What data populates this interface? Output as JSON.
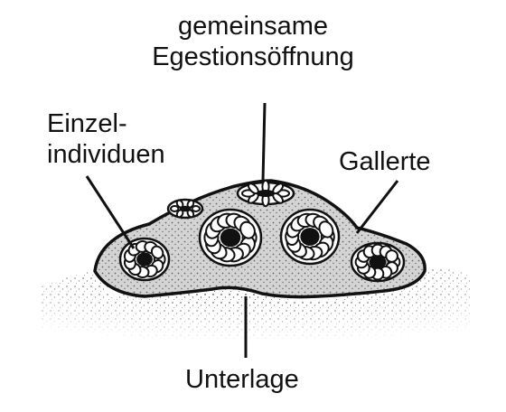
{
  "labels": {
    "top_line1": "gemeinsame",
    "top_line2": "Egestionsöffnung",
    "left_line1": "Einzel-",
    "left_line2": "individuen",
    "right": "Gallerte",
    "bottom": "Unterlage"
  },
  "colors": {
    "ink": "#111111",
    "gel_fill": "#d4d4d4",
    "background": "#ffffff"
  }
}
